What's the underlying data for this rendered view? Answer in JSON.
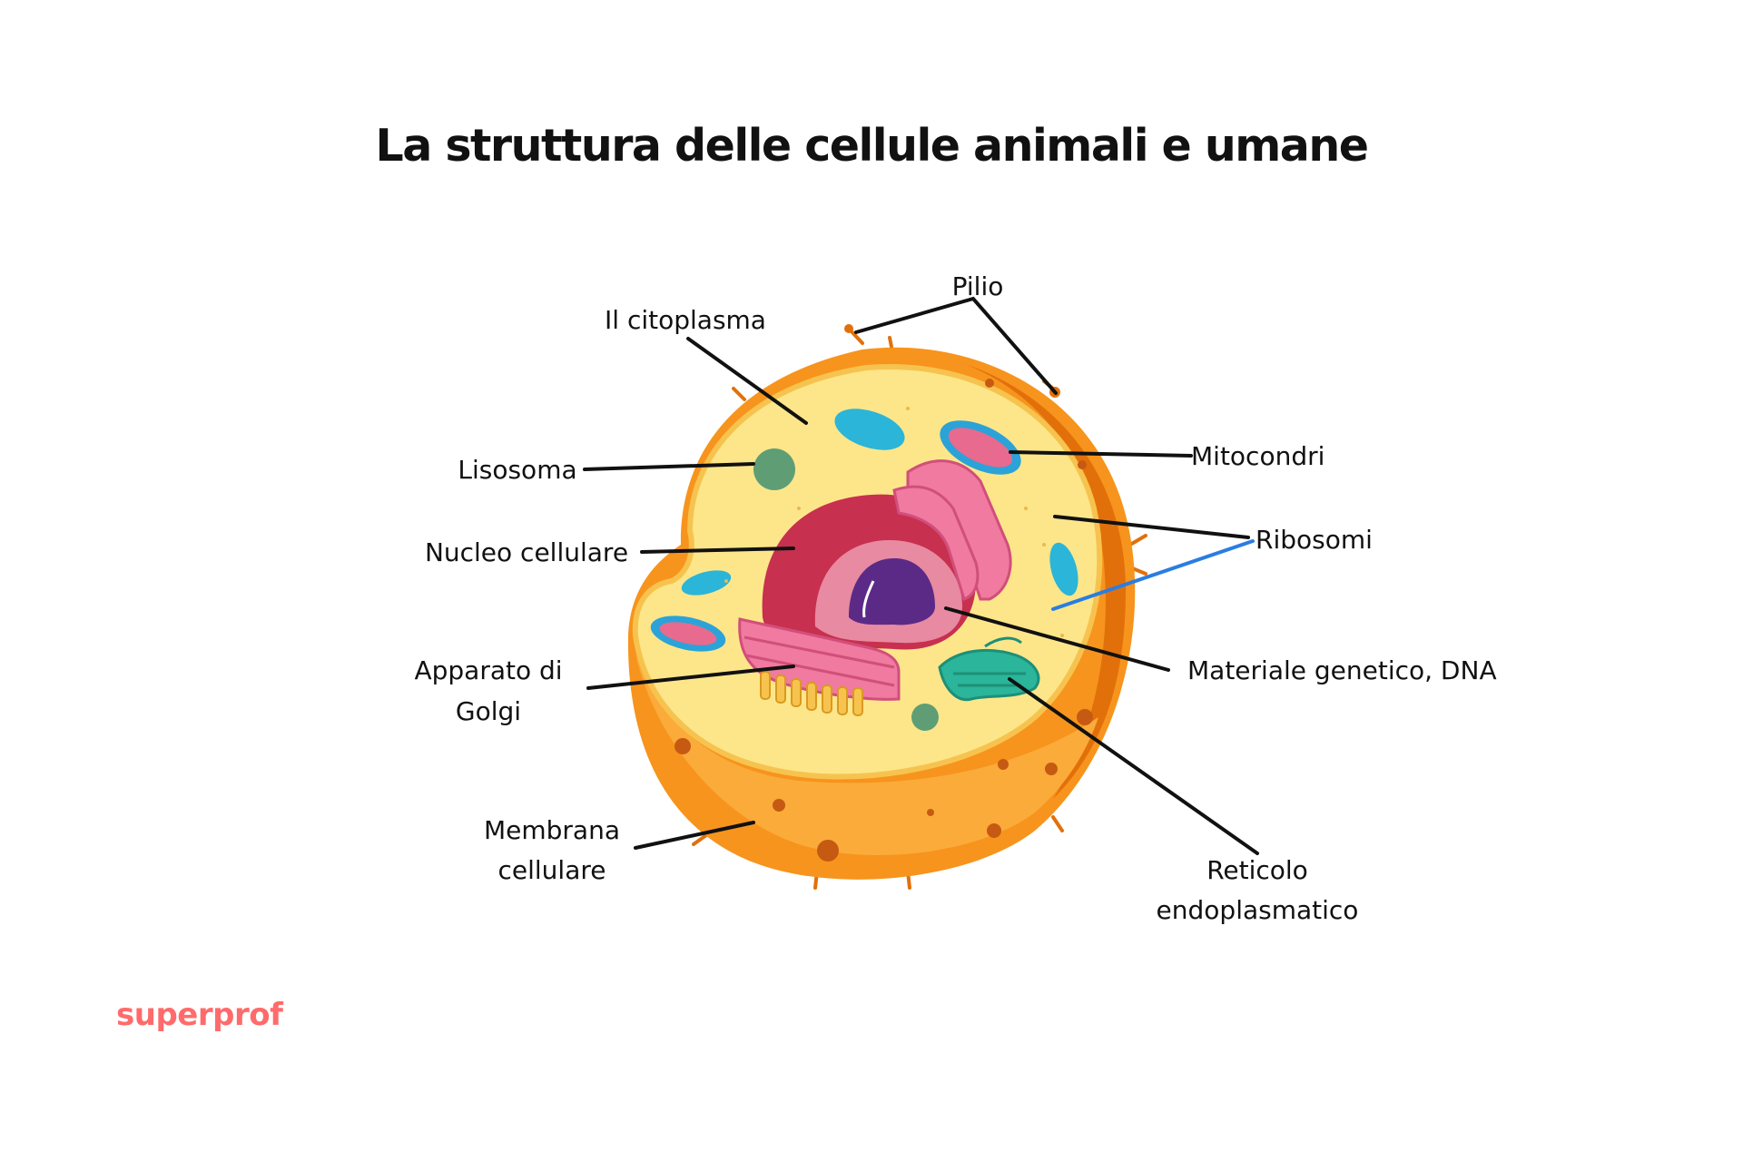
{
  "title": "La struttura delle cellule animali e umane",
  "labels": {
    "pilio": "Pilio",
    "citoplasma": "Il citoplasma",
    "lisosoma": "Lisosoma",
    "nucleo": "Nucleo cellulare",
    "golgi_line1": "Apparato di",
    "golgi_line2": "Golgi",
    "membrana_line1": "Membrana",
    "membrana_line2": "cellulare",
    "mitocondri": "Mitocondri",
    "ribosomi": "Ribosomi",
    "dna": "Materiale genetico, DNA",
    "reticolo_line1": "Reticolo",
    "reticolo_line2": "endoplasmatico"
  },
  "logo": "superprof",
  "colors": {
    "membrane_outer": "#f7941d",
    "membrane_dark": "#e2700a",
    "cytoplasm": "#fde68a",
    "nucleus": "#c8304f",
    "nucleolus": "#5b2a86",
    "golgi": "#f07aa0",
    "mitochondria": "#2bb5d8",
    "lysosome": "#5f9e75",
    "er": "#2bb59a",
    "leader_line": "#111111",
    "ribosome_line_blue": "#2a7de1",
    "logo": "#ff6b6b"
  }
}
